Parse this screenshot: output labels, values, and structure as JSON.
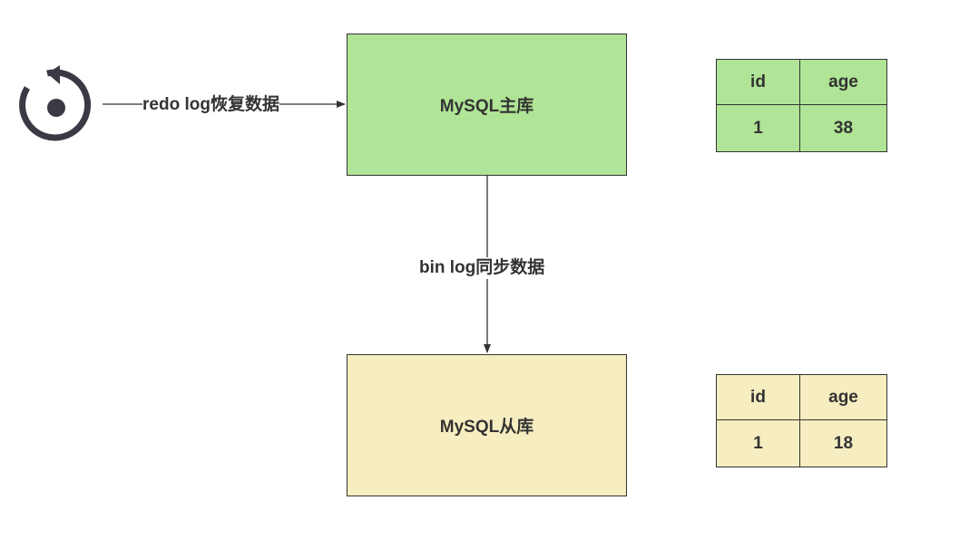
{
  "master": {
    "label": "MySQL主库",
    "fill": "#b0e496",
    "table": {
      "headers": [
        "id",
        "age"
      ],
      "row": [
        "1",
        "38"
      ]
    }
  },
  "slave": {
    "label": "MySQL从库",
    "fill": "#f6edc0",
    "table": {
      "headers": [
        "id",
        "age"
      ],
      "row": [
        "1",
        "18"
      ]
    }
  },
  "edges": {
    "redo": "redo log恢复数据",
    "bin": "bin log同步数据"
  },
  "icons": {
    "restore": "restore-icon"
  },
  "colors": {
    "stroke": "#333333",
    "icon": "#3a3a44"
  }
}
